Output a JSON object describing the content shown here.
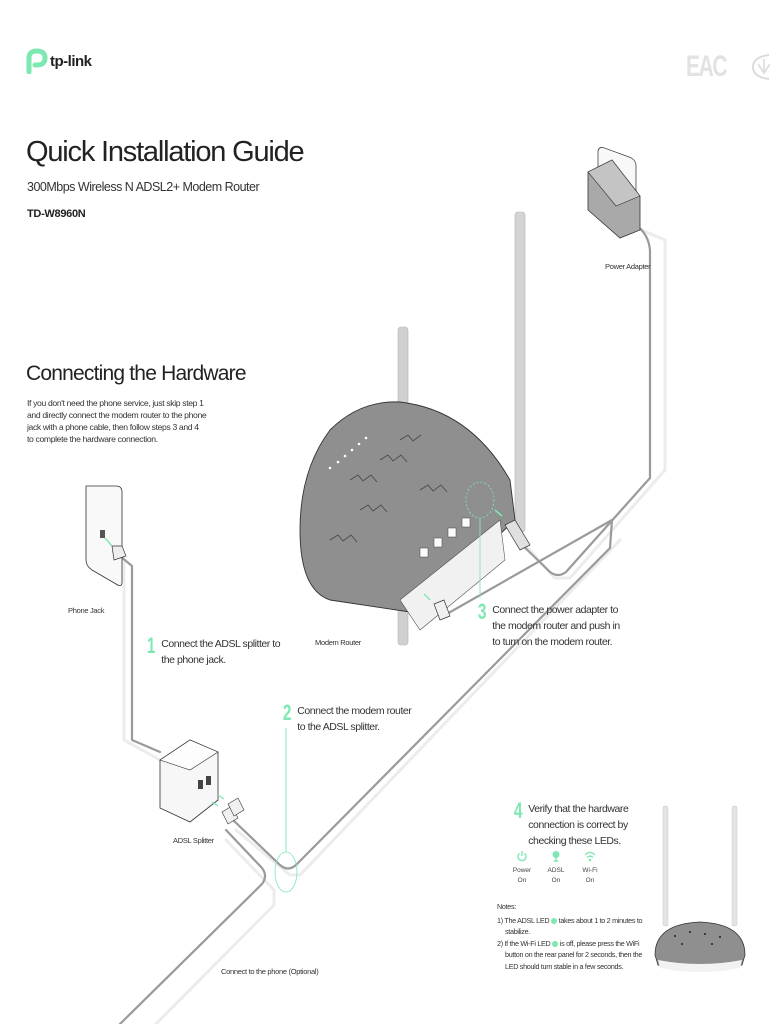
{
  "brand": {
    "logo_text": "tp-link",
    "accent_color": "#4acbd6",
    "logo_color": "#7ee8b2"
  },
  "certifications": {
    "eac_mark": "EAC",
    "ukraine_mark": "check-mark-icon"
  },
  "header": {
    "title": "Quick Installation Guide",
    "subtitle": "300Mbps Wireless N ADSL2+ Modem Router",
    "model": "TD-W8960N"
  },
  "section": {
    "title": "Connecting the Hardware",
    "intro": "If you don't need the phone service, just skip step 1 and directly connect the modem router to the phone jack with a phone cable, then follow steps 3 and 4 to complete the hardware connection."
  },
  "labels": {
    "power_adapter": "Power Adapter",
    "phone_jack": "Phone Jack",
    "modem_router": "Modem Router",
    "adsl_splitter": "ADSL Splitter",
    "connect_phone": "Connect to the phone (Optional)"
  },
  "steps": [
    {
      "num": "1",
      "text": "Connect the ADSL splitter to the phone jack."
    },
    {
      "num": "2",
      "text": "Connect the modem router to the ADSL splitter."
    },
    {
      "num": "3",
      "text": "Connect the power adapter to the modem router and push in to turn on the modem router."
    },
    {
      "num": "4",
      "text": "Verify that the hardware connection is correct by checking these LEDs."
    }
  ],
  "leds": [
    {
      "icon": "power-icon",
      "name": "Power",
      "state": "On"
    },
    {
      "icon": "adsl-icon",
      "name": "ADSL",
      "state": "On"
    },
    {
      "icon": "wifi-icon",
      "name": "Wi-Fi",
      "state": "On"
    }
  ],
  "notes": {
    "title": "Notes:",
    "items": [
      {
        "pre": "1) The ADSL LED",
        "post": "takes about 1 to 2 minutes to stabilize."
      },
      {
        "pre": "2) If the Wi-Fi LED",
        "post": "is off, please press the WiFi button on the rear panel for 2 seconds, then the LED should turn stable in a few seconds."
      }
    ]
  },
  "colors": {
    "highlight": "#7ee8b2",
    "cable": "#9a9a9a",
    "cable_shadow": "#e6e6e6",
    "device": "#8f8f8f"
  }
}
